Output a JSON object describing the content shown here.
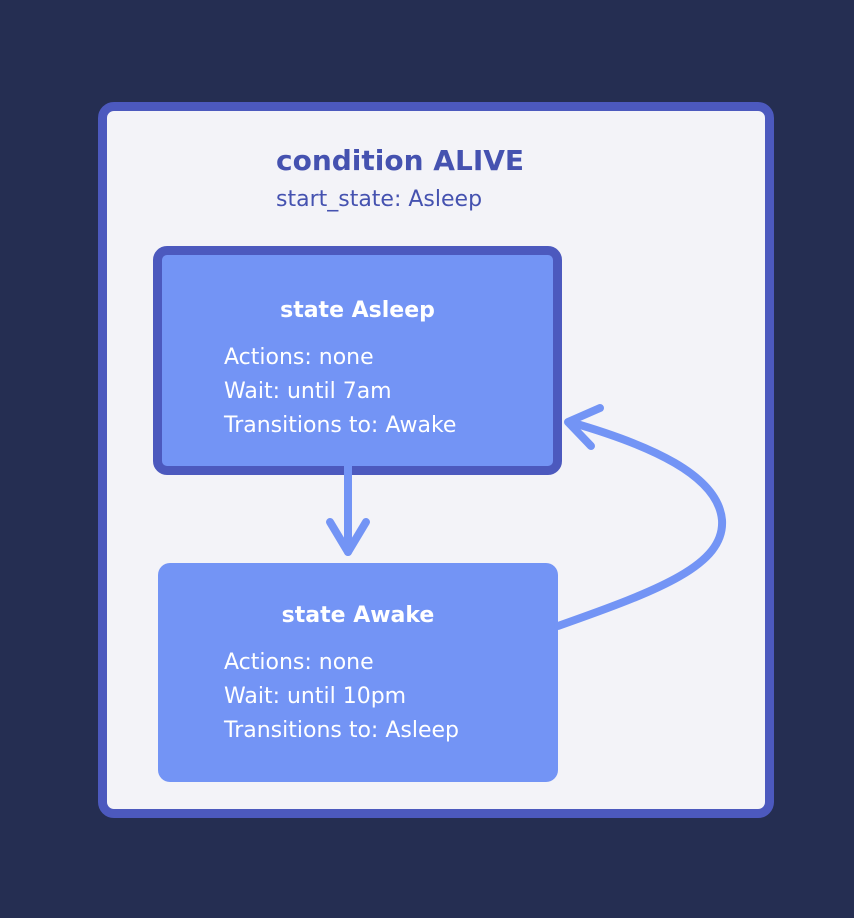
{
  "condition": {
    "title": "condition ALIVE",
    "start_state": "start_state: Asleep"
  },
  "states": [
    {
      "id": "asleep",
      "title": "state Asleep",
      "active": true,
      "lines": [
        "Actions: none",
        "Wait: until 7am",
        "Transitions to: Awake"
      ]
    },
    {
      "id": "awake",
      "title": "state Awake",
      "active": false,
      "lines": [
        "Actions: none",
        "Wait: until 10pm",
        "Transitions to: Asleep"
      ]
    }
  ],
  "transitions": [
    {
      "from": "asleep",
      "to": "awake"
    },
    {
      "from": "awake",
      "to": "asleep"
    }
  ],
  "colors": {
    "background": "#252e52",
    "frame": "#4c59be",
    "canvas": "#f3f3f8",
    "state_fill": "#7394f5",
    "text_dark": "#4552b0"
  }
}
